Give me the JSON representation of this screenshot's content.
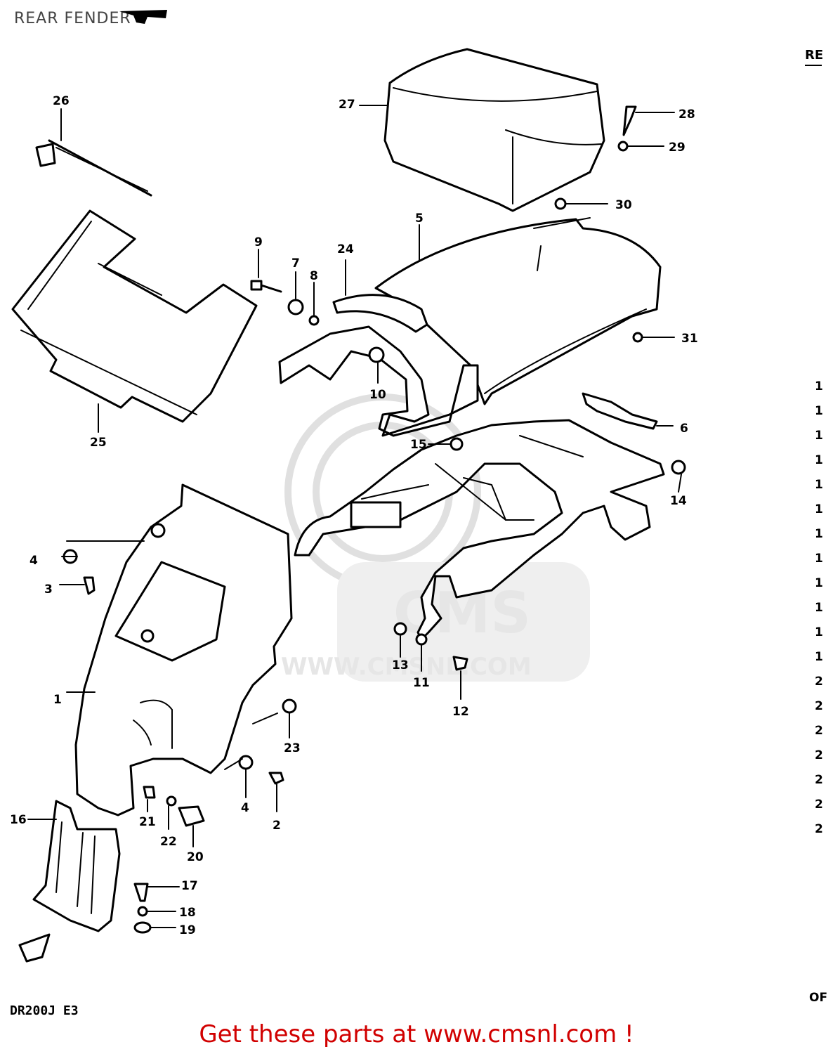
{
  "header": {
    "title": "REAR FENDER",
    "corner_tag": "RE"
  },
  "footer": {
    "model": "DR200J E3",
    "page_ref": "OF",
    "cta": "Get these parts at www.cmsnl.com !"
  },
  "watermark": {
    "brand": "CMS",
    "url": "WWW.CMSNL.COM"
  },
  "edge_marks": [
    "1",
    "1",
    "1",
    "1",
    "1",
    "1",
    "1",
    "1",
    "1",
    "1",
    "1",
    "1",
    "2",
    "2",
    "2",
    "2",
    "2",
    "2",
    "2"
  ],
  "callouts": [
    {
      "id": "1",
      "text": "1"
    },
    {
      "id": "2",
      "text": "2"
    },
    {
      "id": "3",
      "text": "3"
    },
    {
      "id": "4a",
      "text": "4"
    },
    {
      "id": "4b",
      "text": "4"
    },
    {
      "id": "5",
      "text": "5"
    },
    {
      "id": "6",
      "text": "6"
    },
    {
      "id": "7",
      "text": "7"
    },
    {
      "id": "8",
      "text": "8"
    },
    {
      "id": "9",
      "text": "9"
    },
    {
      "id": "10",
      "text": "10"
    },
    {
      "id": "11",
      "text": "11"
    },
    {
      "id": "12",
      "text": "12"
    },
    {
      "id": "13",
      "text": "13"
    },
    {
      "id": "14",
      "text": "14"
    },
    {
      "id": "15",
      "text": "15"
    },
    {
      "id": "16",
      "text": "16"
    },
    {
      "id": "17",
      "text": "17"
    },
    {
      "id": "18",
      "text": "18"
    },
    {
      "id": "19",
      "text": "19"
    },
    {
      "id": "20",
      "text": "20"
    },
    {
      "id": "21",
      "text": "21"
    },
    {
      "id": "22",
      "text": "22"
    },
    {
      "id": "23",
      "text": "23"
    },
    {
      "id": "24",
      "text": "24"
    },
    {
      "id": "25",
      "text": "25"
    },
    {
      "id": "26",
      "text": "26"
    },
    {
      "id": "27",
      "text": "27"
    },
    {
      "id": "28",
      "text": "28"
    },
    {
      "id": "29",
      "text": "29"
    },
    {
      "id": "30",
      "text": "30"
    },
    {
      "id": "31",
      "text": "31"
    }
  ]
}
